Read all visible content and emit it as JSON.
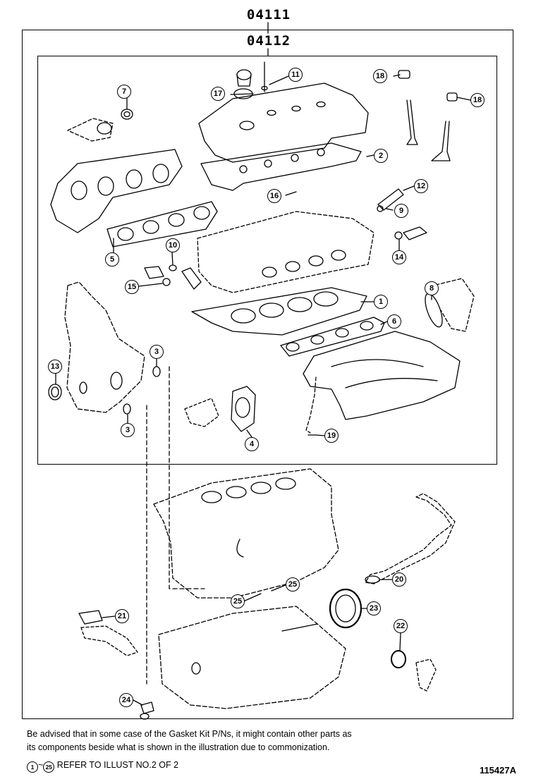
{
  "kit_numbers": {
    "outer": "04111",
    "inner": "04112"
  },
  "callouts": [
    {
      "id": "1",
      "label": "1"
    },
    {
      "id": "2",
      "label": "2"
    },
    {
      "id": "3a",
      "label": "3"
    },
    {
      "id": "3b",
      "label": "3"
    },
    {
      "id": "4",
      "label": "4"
    },
    {
      "id": "5",
      "label": "5"
    },
    {
      "id": "6",
      "label": "6"
    },
    {
      "id": "7",
      "label": "7"
    },
    {
      "id": "8",
      "label": "8"
    },
    {
      "id": "9",
      "label": "9"
    },
    {
      "id": "10",
      "label": "10"
    },
    {
      "id": "11",
      "label": "11"
    },
    {
      "id": "12",
      "label": "12"
    },
    {
      "id": "13",
      "label": "13"
    },
    {
      "id": "14",
      "label": "14"
    },
    {
      "id": "15",
      "label": "15"
    },
    {
      "id": "16",
      "label": "16"
    },
    {
      "id": "17",
      "label": "17"
    },
    {
      "id": "18a",
      "label": "18"
    },
    {
      "id": "18b",
      "label": "18"
    },
    {
      "id": "19",
      "label": "19"
    },
    {
      "id": "20",
      "label": "20"
    },
    {
      "id": "21",
      "label": "21"
    },
    {
      "id": "22",
      "label": "22"
    },
    {
      "id": "23",
      "label": "23"
    },
    {
      "id": "24",
      "label": "24"
    },
    {
      "id": "25a",
      "label": "25"
    },
    {
      "id": "25b",
      "label": "25"
    }
  ],
  "notes": {
    "line1": "Be advised that in some case of the Gasket Kit P/Ns,  it might contain other parts as",
    "line2": "its components beside what is shown in the illustration due to commonization.",
    "range_start": "1",
    "range_sep": "~",
    "range_end": "25",
    "range_text": "REFER TO ILLUST NO.2 OF 2"
  },
  "figure_id": "115427A"
}
